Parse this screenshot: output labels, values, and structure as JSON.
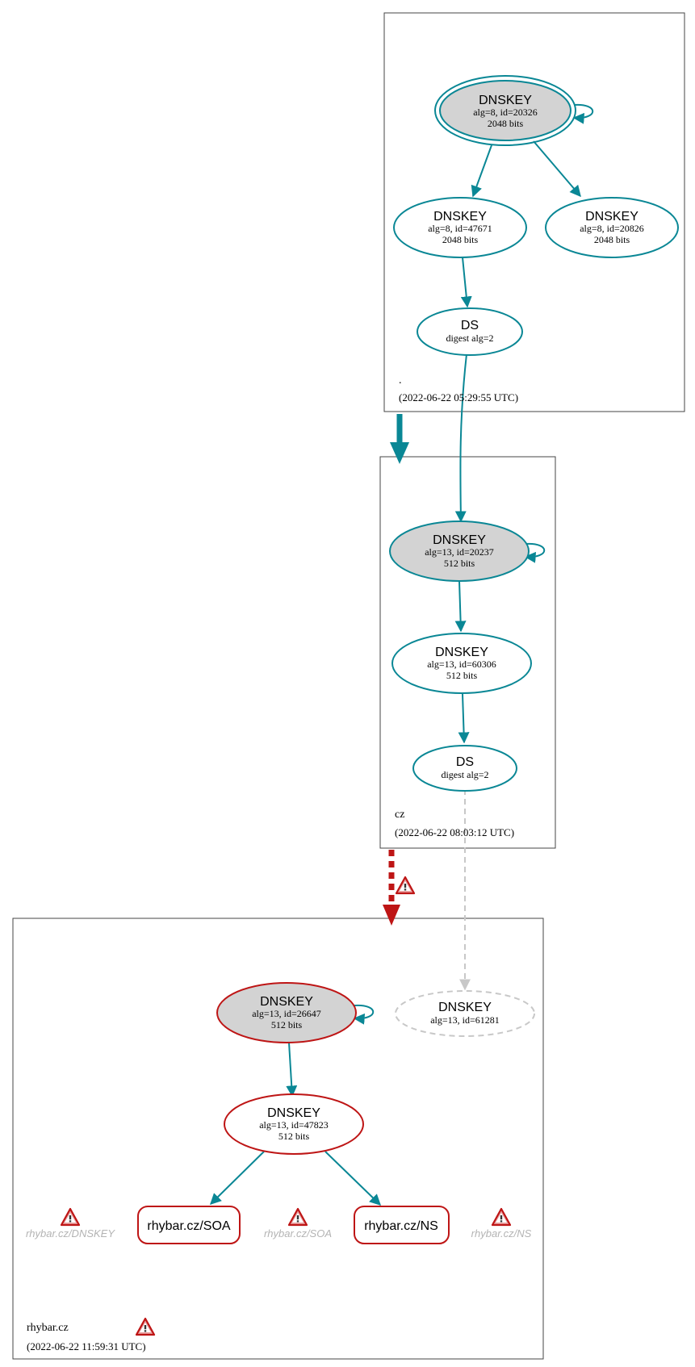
{
  "colors": {
    "teal": "#0a8795",
    "red": "#be1515",
    "grey_fill": "#d3d3d3",
    "faded": "#c8c8c8",
    "faded_text": "#b4b4b4",
    "cluster_border": "#444444"
  },
  "zones": {
    "root": {
      "name": ".",
      "timestamp": "(2022-06-22 05:29:55 UTC)"
    },
    "cz": {
      "name": "cz",
      "timestamp": "(2022-06-22 08:03:12 UTC)"
    },
    "rhybar": {
      "name": "rhybar.cz",
      "timestamp": "(2022-06-22 11:59:31 UTC)"
    }
  },
  "nodes": {
    "root_ksk": {
      "title": "DNSKEY",
      "detail": "alg=8, id=20326",
      "bits": "2048 bits"
    },
    "root_zsk1": {
      "title": "DNSKEY",
      "detail": "alg=8, id=47671",
      "bits": "2048 bits"
    },
    "root_zsk2": {
      "title": "DNSKEY",
      "detail": "alg=8, id=20826",
      "bits": "2048 bits"
    },
    "root_ds": {
      "title": "DS",
      "detail": "digest alg=2"
    },
    "cz_ksk": {
      "title": "DNSKEY",
      "detail": "alg=13, id=20237",
      "bits": "512 bits"
    },
    "cz_zsk": {
      "title": "DNSKEY",
      "detail": "alg=13, id=60306",
      "bits": "512 bits"
    },
    "cz_ds": {
      "title": "DS",
      "detail": "digest alg=2"
    },
    "rh_ksk": {
      "title": "DNSKEY",
      "detail": "alg=13, id=26647",
      "bits": "512 bits"
    },
    "rh_missing": {
      "title": "DNSKEY",
      "detail": "alg=13, id=61281"
    },
    "rh_zsk": {
      "title": "DNSKEY",
      "detail": "alg=13, id=47823",
      "bits": "512 bits"
    },
    "rh_soa": {
      "label": "rhybar.cz/SOA"
    },
    "rh_ns": {
      "label": "rhybar.cz/NS"
    }
  },
  "warnings": {
    "dnskey": "rhybar.cz/DNSKEY",
    "soa": "rhybar.cz/SOA",
    "ns": "rhybar.cz/NS"
  },
  "icons": [
    "warning-triangle-icon"
  ]
}
